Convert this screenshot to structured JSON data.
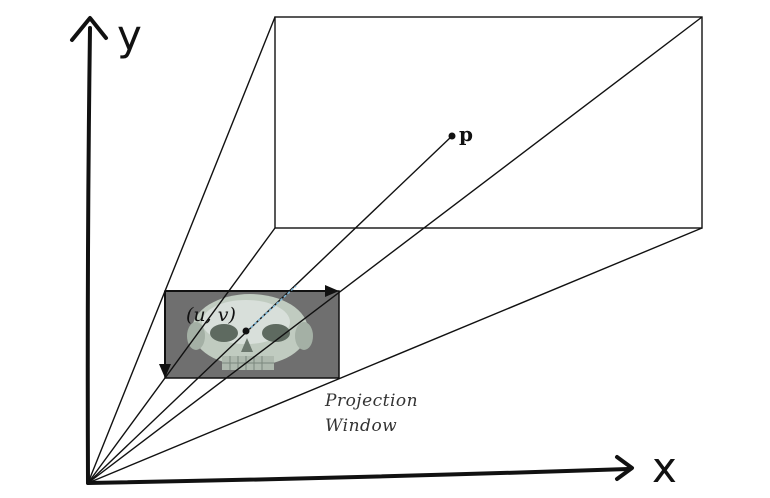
{
  "diagram": {
    "axis_x_label": "x",
    "axis_y_label": "y",
    "point_label": "p",
    "projected_point_label": "(u, v)",
    "window_label_line1": "Projection",
    "window_label_line2": "Window"
  },
  "colors": {
    "line": "#111111",
    "window_fill": "#6f6f6f",
    "skull_tint": "#c9d6c9",
    "ray_highlight": "#7fb8d8"
  }
}
